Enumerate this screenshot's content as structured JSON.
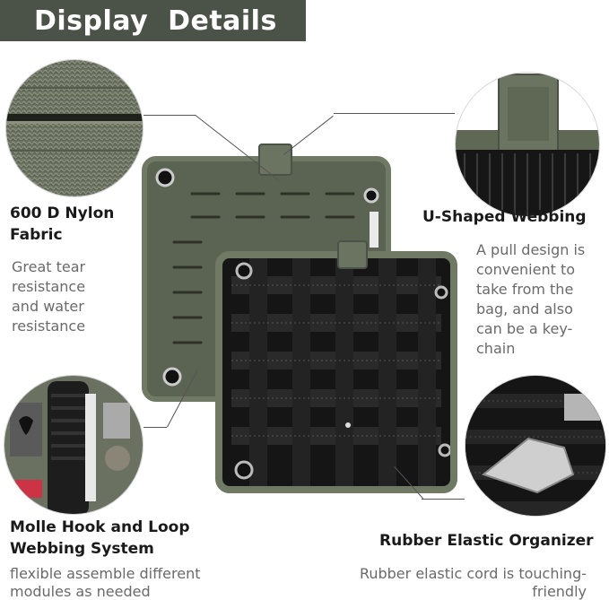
{
  "header": {
    "title": "Display  Details"
  },
  "features": {
    "nylon": {
      "title": "600 D Nylon\nFabric",
      "desc": "Great tear\nresistance\nand water\nresistance"
    },
    "webbing": {
      "title": "U-Shaped Webbing",
      "desc": "A pull design is\nconvenient to\ntake from the\nbag,  and also\ncan be a key-\nchain"
    },
    "molle": {
      "title": "Molle Hook and Loop\nWebbing System",
      "desc": "flexible assemble different\nmodules as needed"
    },
    "elastic": {
      "title": "Rubber Elastic Organizer",
      "desc": "Rubber elastic cord is touching-friendly\nand has skid resistance"
    }
  },
  "colors": {
    "olive": "#5b6452",
    "olive_dark": "#4b5247",
    "black_panel": "#151515",
    "accent_text": "#6a6a6a"
  }
}
